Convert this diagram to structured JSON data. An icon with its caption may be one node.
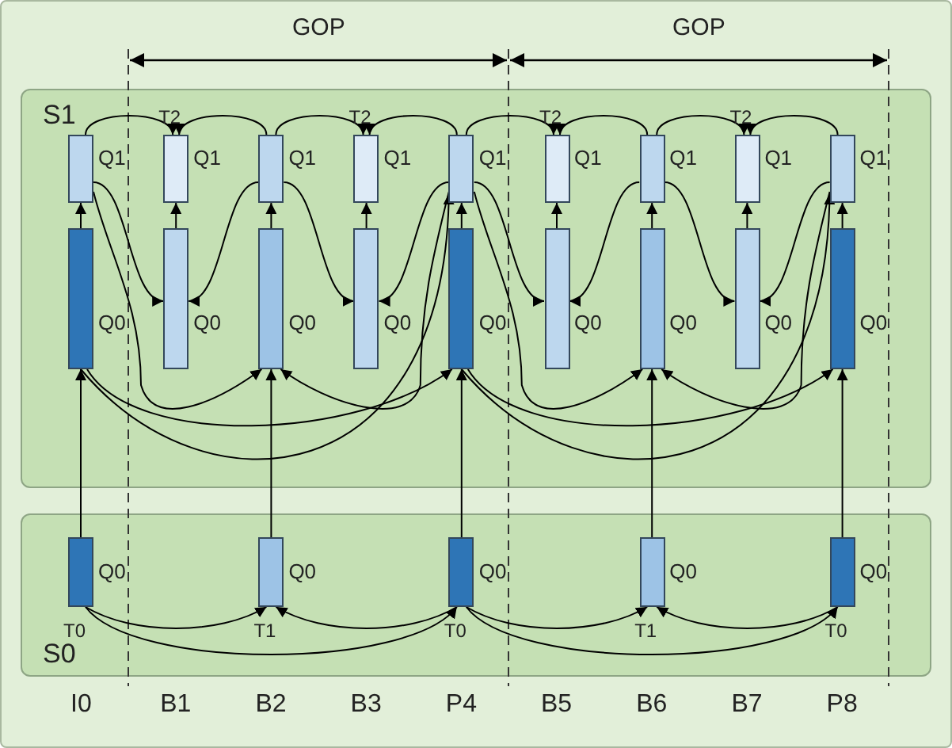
{
  "diagram": {
    "nodes": [
      {
        "text": [
          "S1"
        ]
      },
      {
        "text": [],
        "shape": "bar",
        "beside": [
          "Q1"
        ],
        "in": 0
      },
      {
        "text": [],
        "shape": "bar",
        "beside": [
          "T2",
          "Q1"
        ],
        "in": 0
      },
      {
        "text": [],
        "shape": "bar",
        "beside": [
          "Q1"
        ],
        "in": 0
      },
      {
        "text": [],
        "shape": "bar",
        "beside": [
          "T2",
          "Q1"
        ],
        "in": 0
      },
      {
        "text": [],
        "shape": "bar",
        "beside": [
          "Q1"
        ],
        "in": 0
      },
      {
        "text": [],
        "shape": "bar",
        "beside": [
          "T2",
          "Q1"
        ],
        "in": 0
      },
      {
        "text": [],
        "shape": "bar",
        "beside": [
          "Q1"
        ],
        "in": 0
      },
      {
        "text": [],
        "shape": "bar",
        "beside": [
          "T2",
          "Q1"
        ],
        "in": 0
      },
      {
        "text": [],
        "shape": "bar",
        "beside": [
          "Q1"
        ],
        "in": 0
      },
      {
        "text": [],
        "shape": "bar",
        "beside": [
          "Q0"
        ],
        "in": 0
      },
      {
        "text": [],
        "shape": "bar",
        "beside": [
          "Q0"
        ],
        "in": 0
      },
      {
        "text": [],
        "shape": "bar",
        "beside": [
          "Q0"
        ],
        "in": 0
      },
      {
        "text": [],
        "shape": "bar",
        "beside": [
          "Q0"
        ],
        "in": 0
      },
      {
        "text": [],
        "shape": "bar",
        "beside": [
          "Q0"
        ],
        "in": 0
      },
      {
        "text": [],
        "shape": "bar",
        "beside": [
          "Q0"
        ],
        "in": 0
      },
      {
        "text": [],
        "shape": "bar",
        "beside": [
          "Q0"
        ],
        "in": 0
      },
      {
        "text": [],
        "shape": "bar",
        "beside": [
          "Q0"
        ],
        "in": 0
      },
      {
        "text": [],
        "shape": "bar",
        "beside": [
          "Q0"
        ],
        "in": 0
      },
      {
        "text": [
          "S0"
        ]
      },
      {
        "text": [],
        "shape": "bar",
        "beside": [
          "Q0",
          "T0"
        ],
        "in": 19
      },
      {
        "text": [],
        "shape": "bar",
        "beside": [
          "Q0",
          "T1"
        ],
        "in": 19
      },
      {
        "text": [],
        "shape": "bar",
        "beside": [
          "Q0",
          "T0"
        ],
        "in": 19
      },
      {
        "text": [],
        "shape": "bar",
        "beside": [
          "Q0",
          "T1"
        ],
        "in": 19
      },
      {
        "text": [],
        "shape": "bar",
        "beside": [
          "Q0",
          "T0"
        ],
        "in": 19
      }
    ],
    "edges": [
      {
        "from": 10,
        "to": 1,
        "arrow": "to"
      },
      {
        "from": 11,
        "to": 2,
        "arrow": "to"
      },
      {
        "from": 12,
        "to": 3,
        "arrow": "to"
      },
      {
        "from": 13,
        "to": 4,
        "arrow": "to"
      },
      {
        "from": 14,
        "to": 5,
        "arrow": "to"
      },
      {
        "from": 15,
        "to": 6,
        "arrow": "to"
      },
      {
        "from": 16,
        "to": 7,
        "arrow": "to"
      },
      {
        "from": 17,
        "to": 8,
        "arrow": "to"
      },
      {
        "from": 18,
        "to": 9,
        "arrow": "to"
      },
      {
        "from": 1,
        "to": 2,
        "arrow": "to"
      },
      {
        "from": 3,
        "to": 2,
        "arrow": "to"
      },
      {
        "from": 3,
        "to": 4,
        "arrow": "to"
      },
      {
        "from": 5,
        "to": 4,
        "arrow": "to"
      },
      {
        "from": 5,
        "to": 6,
        "arrow": "to"
      },
      {
        "from": 7,
        "to": 6,
        "arrow": "to"
      },
      {
        "from": 7,
        "to": 8,
        "arrow": "to"
      },
      {
        "from": 9,
        "to": 8,
        "arrow": "to"
      },
      {
        "from": 1,
        "to": 11,
        "arrow": "to"
      },
      {
        "from": 3,
        "to": 11,
        "arrow": "to"
      },
      {
        "from": 3,
        "to": 13,
        "arrow": "to"
      },
      {
        "from": 5,
        "to": 13,
        "arrow": "to"
      },
      {
        "from": 5,
        "to": 15,
        "arrow": "to"
      },
      {
        "from": 7,
        "to": 15,
        "arrow": "to"
      },
      {
        "from": 7,
        "to": 17,
        "arrow": "to"
      },
      {
        "from": 9,
        "to": 17,
        "arrow": "to"
      },
      {
        "from": 1,
        "to": 12,
        "arrow": "to"
      },
      {
        "from": 5,
        "to": 12,
        "arrow": "to"
      },
      {
        "from": 5,
        "to": 16,
        "arrow": "to"
      },
      {
        "from": 9,
        "to": 16,
        "arrow": "to"
      },
      {
        "from": 10,
        "to": 14,
        "arrow": "to"
      },
      {
        "from": 10,
        "to": 5,
        "arrow": "to"
      },
      {
        "from": 14,
        "to": 18,
        "arrow": "to"
      },
      {
        "from": 14,
        "to": 9,
        "arrow": "to"
      },
      {
        "from": 20,
        "to": 10,
        "arrow": "to"
      },
      {
        "from": 21,
        "to": 12,
        "arrow": "to"
      },
      {
        "from": 22,
        "to": 14,
        "arrow": "to"
      },
      {
        "from": 23,
        "to": 16,
        "arrow": "to"
      },
      {
        "from": 24,
        "to": 18,
        "arrow": "to"
      },
      {
        "from": 20,
        "to": 21,
        "arrow": "to"
      },
      {
        "from": 22,
        "to": 21,
        "arrow": "to"
      },
      {
        "from": 22,
        "to": 23,
        "arrow": "to"
      },
      {
        "from": 24,
        "to": 23,
        "arrow": "to"
      },
      {
        "from": 20,
        "to": 22,
        "arrow": "to"
      },
      {
        "from": 22,
        "to": 24,
        "arrow": "to"
      }
    ],
    "labels": [
      "GOP",
      "GOP",
      "I0",
      "B1",
      "B2",
      "B3",
      "P4",
      "B5",
      "B6",
      "B7",
      "P8"
    ]
  }
}
